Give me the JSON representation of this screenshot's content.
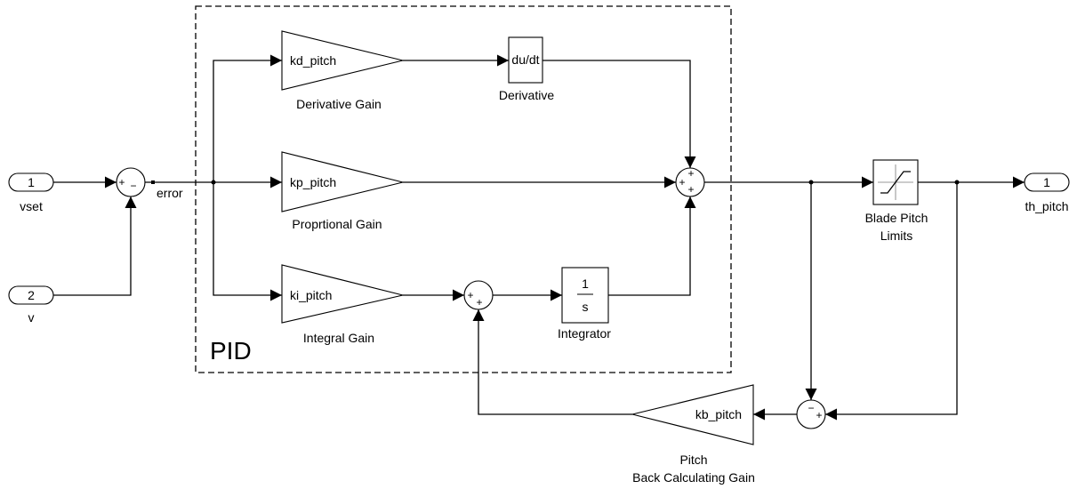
{
  "subsystem_label": "PID",
  "inports": [
    {
      "num": "1",
      "name": "vset"
    },
    {
      "num": "2",
      "name": "v"
    }
  ],
  "outport": {
    "num": "1",
    "name": "th_pitch"
  },
  "sum_error": {
    "signs": [
      "+",
      "−"
    ]
  },
  "signal_error": "error",
  "gains": {
    "kd": {
      "param": "kd_pitch",
      "name": "Derivative Gain"
    },
    "kp": {
      "param": "kp_pitch",
      "name": "Proprtional Gain"
    },
    "ki": {
      "param": "ki_pitch",
      "name": "Integral Gain"
    },
    "kb": {
      "param": "kb_pitch",
      "name_line1": "Pitch",
      "name_line2": "Back Calculating Gain"
    }
  },
  "derivative": {
    "text": "du/dt",
    "name": "Derivative"
  },
  "integrator": {
    "num": "1",
    "den": "s",
    "name": "Integrator"
  },
  "sum_pid": {
    "signs": [
      "+",
      "+",
      "+"
    ]
  },
  "sum_int": {
    "signs": [
      "+",
      "+"
    ]
  },
  "sum_back": {
    "signs": [
      "−",
      "+"
    ]
  },
  "saturation": {
    "name_line1": "Blade Pitch",
    "name_line2": "Limits"
  }
}
